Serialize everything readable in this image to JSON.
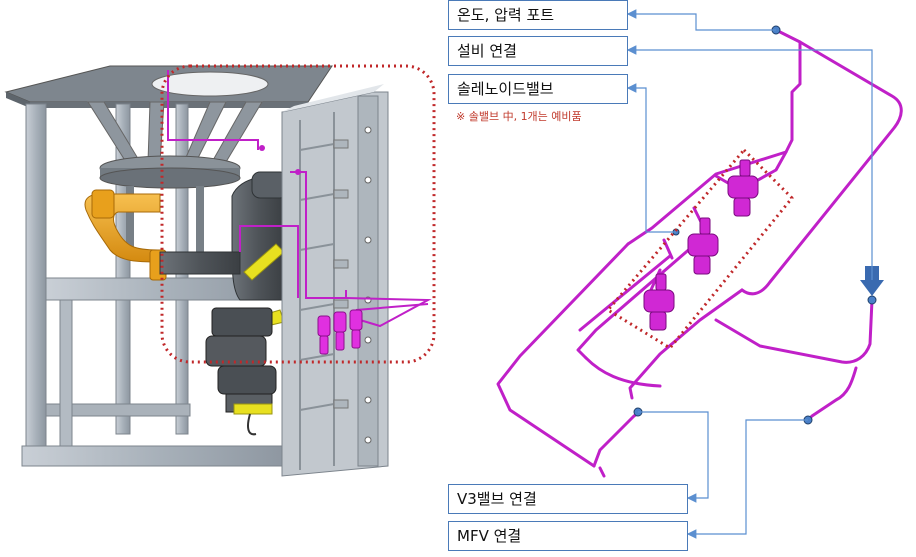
{
  "labels": {
    "temp_pressure_port": "온도, 압력 포트",
    "equipment_connection": "설비 연결",
    "solenoid_valve": "솔레노이드밸브",
    "solenoid_note": "※ 솔밸브 中, 1개는 예비품",
    "v3_valve_connection": "V3밸브 연결",
    "mfv_connection": "MFV 연결"
  },
  "colors": {
    "pipe": "#c020c8",
    "highlight_valve": "#e030e0",
    "callout_line": "#5b8fd0",
    "dotted_frame": "#c0282a",
    "frame_steel": "#9aa4ae",
    "orange_pipe": "#f0a020",
    "yellow_part": "#e8e020",
    "arrow_blue": "#3a6ab0"
  }
}
